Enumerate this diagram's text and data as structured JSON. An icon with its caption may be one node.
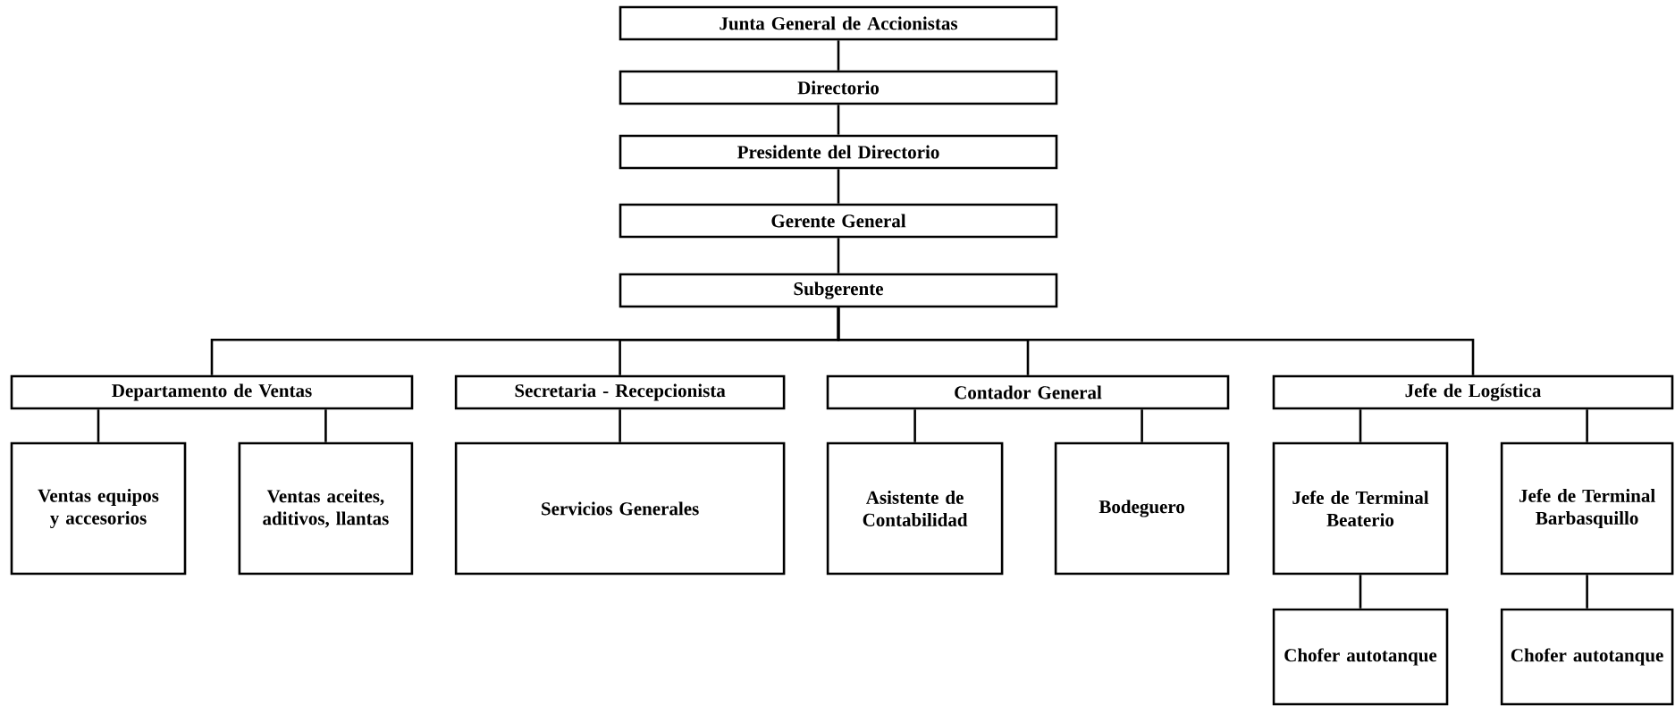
{
  "diagram": {
    "nodes": [
      {
        "text": [
          "Junta General de Accionistas"
        ]
      },
      {
        "text": [
          "Directorio"
        ]
      },
      {
        "text": [
          "Presidente del Directorio"
        ]
      },
      {
        "text": [
          "Gerente General"
        ]
      },
      {
        "text": [
          "Subgerente"
        ]
      },
      {
        "text": [
          "Departamento de Ventas"
        ]
      },
      {
        "text": [
          "Secretaria - Recepcionista"
        ]
      },
      {
        "text": [
          "Contador General"
        ]
      },
      {
        "text": [
          "Jefe de Logística"
        ]
      },
      {
        "text": [
          "Ventas equipos y accesorios"
        ]
      },
      {
        "text": [
          "Ventas aceites, aditivos, llantas"
        ]
      },
      {
        "text": [
          "Servicios Generales"
        ]
      },
      {
        "text": [
          "Asistente de Contabilidad"
        ]
      },
      {
        "text": [
          "Bodeguero"
        ]
      },
      {
        "text": [
          "Jefe de Terminal Beaterio"
        ]
      },
      {
        "text": [
          "Jefe de Terminal Barbasquillo"
        ]
      },
      {
        "text": [
          "Chofer autotanque"
        ]
      },
      {
        "text": [
          "Chofer autotanque"
        ]
      }
    ],
    "edges": [
      {
        "from": 0,
        "to": 1,
        "arrow": "none"
      },
      {
        "from": 1,
        "to": 2,
        "arrow": "none"
      },
      {
        "from": 2,
        "to": 3,
        "arrow": "none"
      },
      {
        "from": 3,
        "to": 4,
        "arrow": "none"
      },
      {
        "from": 4,
        "to": 5,
        "arrow": "none"
      },
      {
        "from": 4,
        "to": 6,
        "arrow": "none"
      },
      {
        "from": 4,
        "to": 7,
        "arrow": "none"
      },
      {
        "from": 4,
        "to": 8,
        "arrow": "none"
      },
      {
        "from": 5,
        "to": 9,
        "arrow": "none"
      },
      {
        "from": 5,
        "to": 10,
        "arrow": "none"
      },
      {
        "from": 6,
        "to": 11,
        "arrow": "none"
      },
      {
        "from": 7,
        "to": 12,
        "arrow": "none"
      },
      {
        "from": 7,
        "to": 13,
        "arrow": "none"
      },
      {
        "from": 8,
        "to": 14,
        "arrow": "none"
      },
      {
        "from": 8,
        "to": 15,
        "arrow": "none"
      },
      {
        "from": 14,
        "to": 16,
        "arrow": "none"
      },
      {
        "from": 15,
        "to": 17,
        "arrow": "none"
      }
    ]
  }
}
